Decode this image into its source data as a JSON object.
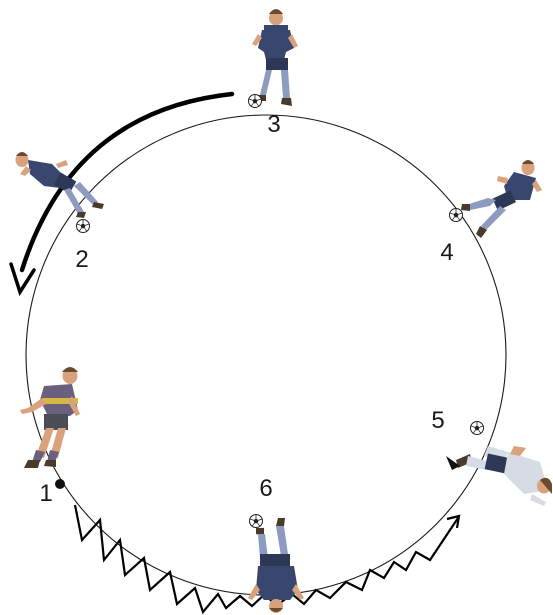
{
  "diagram": {
    "positions": [
      {
        "id": "p1",
        "label": "1"
      },
      {
        "id": "p2",
        "label": "2"
      },
      {
        "id": "p3",
        "label": "3"
      },
      {
        "id": "p4",
        "label": "4"
      },
      {
        "id": "p5",
        "label": "5"
      },
      {
        "id": "p6",
        "label": "6"
      }
    ]
  },
  "colors": {
    "circle": "#1a1a1a",
    "arrow": "#000000",
    "label": "#1a1a1a",
    "jersey_blue": "#39466e",
    "jersey_dark": "#2d3756",
    "jersey_stripe": "#d8b845",
    "jersey_purple": "#6a5f7c",
    "skin": "#d9a17c",
    "hair": "#6b4a2e",
    "sock": "#8e9bc0",
    "shoe": "#4a3a2a",
    "white_kit": "#d7dbe6"
  }
}
